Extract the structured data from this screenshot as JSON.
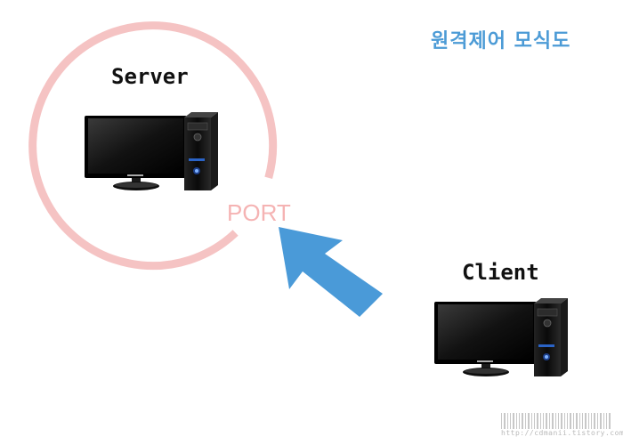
{
  "diagram": {
    "title": "원격제어 모식도",
    "server_label": "Server",
    "client_label": "Client",
    "port_label": "PORT",
    "watermark_text": "http://cdmanii.tistory.com"
  },
  "colors": {
    "title": "#4c9bd6",
    "ring": "#f5c3c3",
    "port_text": "#f5b3b3",
    "arrow": "#4a9ad8"
  },
  "icons": {
    "server_computer": "desktop-computer-icon",
    "client_computer": "desktop-computer-icon",
    "arrow": "connection-arrow-icon"
  }
}
